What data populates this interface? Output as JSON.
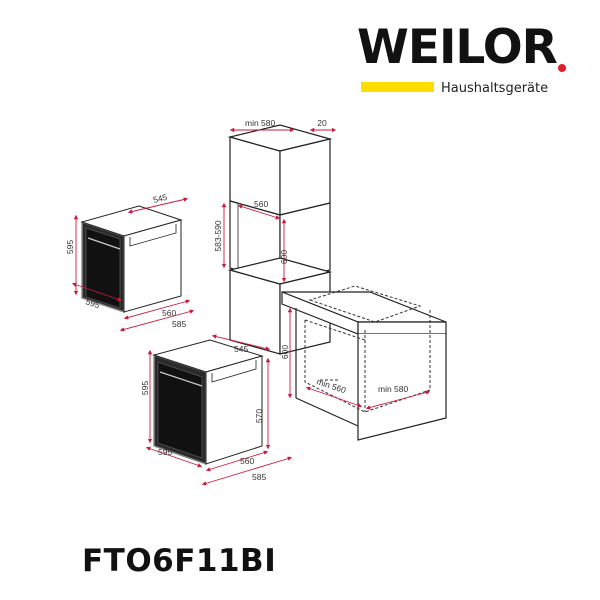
{
  "brand": {
    "name": "WEILOR",
    "tagline": "Haushaltsgeräte",
    "colors": {
      "dot": "#e41e2b",
      "bar": "#ffdd00",
      "text": "#111111"
    }
  },
  "model": "FTO6F11BI",
  "colors": {
    "dimension_line": "#cc1a3a",
    "outline": "#222222",
    "hidden_line": "#333333",
    "oven_front": "#2a2a2a",
    "oven_frame": "#8a8a8a"
  },
  "dimensions": {
    "upper_oven": {
      "height": "595",
      "depth": "545",
      "front_width": "595",
      "body_width": "560",
      "total_width": "585"
    },
    "lower_oven": {
      "depth": "545",
      "height": "595",
      "body_height": "570",
      "front_width": "595",
      "body_width": "560",
      "total_width": "585"
    },
    "tall_cabinet": {
      "min_width": "min 580",
      "gap": "20",
      "inner_width": "560",
      "niche_height": "583-590",
      "height": "600"
    },
    "under_counter": {
      "height": "600",
      "min_depth": "min 560",
      "min_width": "min 580"
    }
  }
}
